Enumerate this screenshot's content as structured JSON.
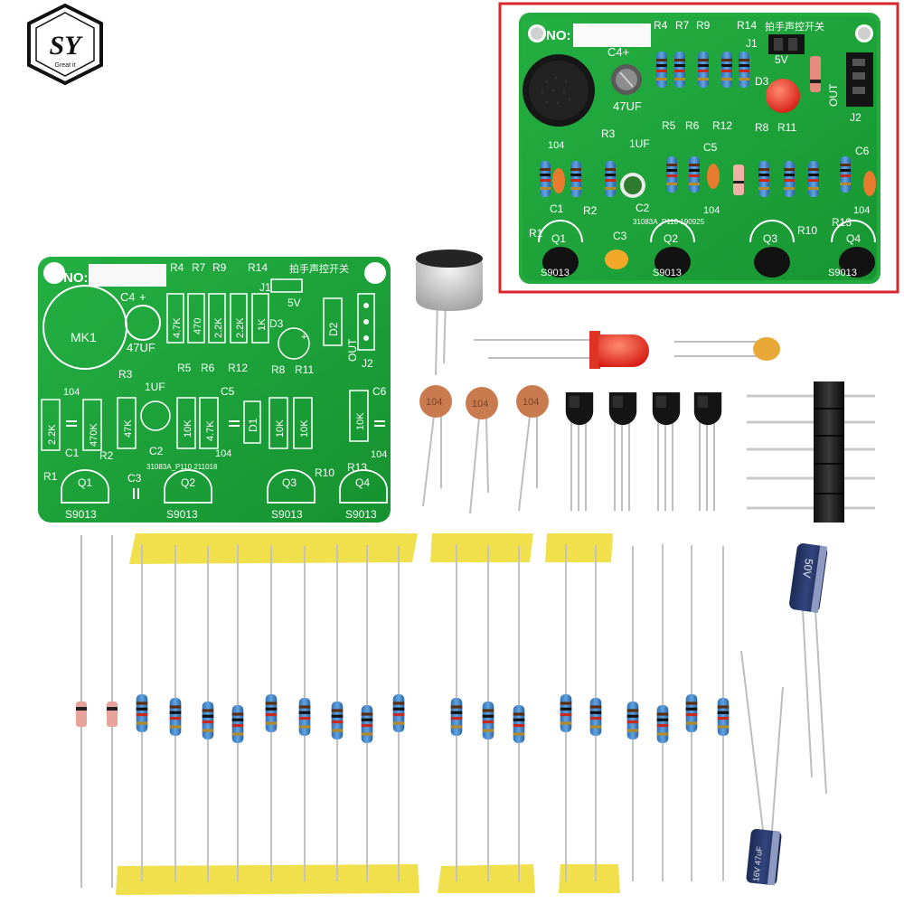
{
  "logo": {
    "letters": "SY",
    "tagline": "Great it"
  },
  "board": {
    "no_label": "NO:",
    "title_cn": "拍手声控开关",
    "mic_label": "MK1",
    "c4_label": "C4",
    "c4_value": "47UF",
    "power_label": "5V",
    "j1_label": "J1",
    "j2_label": "J2",
    "out_label": "OUT",
    "d2_label": "D2",
    "d3_label": "D3",
    "d1_label": "D1",
    "top_res_labels": [
      "R4",
      "R7",
      "R9",
      "R14"
    ],
    "top_res_values": [
      "4.7K",
      "470",
      "2.2K",
      "2.2K",
      "1K"
    ],
    "mid_labels": [
      "R5",
      "R6",
      "R12",
      "R8",
      "R11"
    ],
    "r3_label": "R3",
    "c2_value": "1UF",
    "c5_label": "C5",
    "c6_label": "C6",
    "cap104": "104",
    "low_res_values": [
      "2.2K",
      "470K",
      "47K",
      "10K",
      "4.7K",
      "10K",
      "10K",
      "10K"
    ],
    "c1_label": "C1",
    "r2_label": "R2",
    "c2_label": "C2",
    "pcb_code": "31083A_P110  211018",
    "r1_label": "R1",
    "c3_label": "C3",
    "r10_label": "R10",
    "r13_label": "R13",
    "transistors": [
      "Q1",
      "Q2",
      "Q3",
      "Q4"
    ],
    "transistor_model": "S9013"
  },
  "photo": {
    "no_label": "NO:",
    "title_cn": "拍手声控开关",
    "c4_label": "C4+",
    "c4_value": "47UF",
    "power_label": "5V",
    "top_labels": [
      "R4",
      "R7",
      "R9",
      "R14"
    ],
    "mid_labels": [
      "R5",
      "R6",
      "R12",
      "R8",
      "R11"
    ],
    "d3_label": "D3",
    "j1_label": "J1",
    "j2_label": "J2",
    "out_label": "OUT",
    "r3_label": "R3",
    "c2_value": "1UF",
    "c5_label": "C5",
    "c6_label": "C6",
    "cap104": "104",
    "c1_label": "C1",
    "r2_label": "R2",
    "c2_label": "C2",
    "pcb_code": "31083A_P110   190925",
    "r1_label": "R1",
    "c3_label": "C3",
    "r10_label": "R10",
    "r13_label": "R13",
    "transistor_labels": [
      "Q1",
      "Q2",
      "Q3",
      "Q4"
    ],
    "transistor_model": "S9013",
    "highlight_color": "#d9262c"
  },
  "parts": {
    "ceramic_label": "104",
    "cap_volt_label": "50V",
    "small_cap_label": "16V 47uF"
  },
  "colors": {
    "pcb_green": "#1ba23a",
    "resistor_blue": "#3a7fc4",
    "tape_yellow": "#f2e24a",
    "led_red": "#e8281f",
    "ceramic_orange": "#d27b45"
  }
}
